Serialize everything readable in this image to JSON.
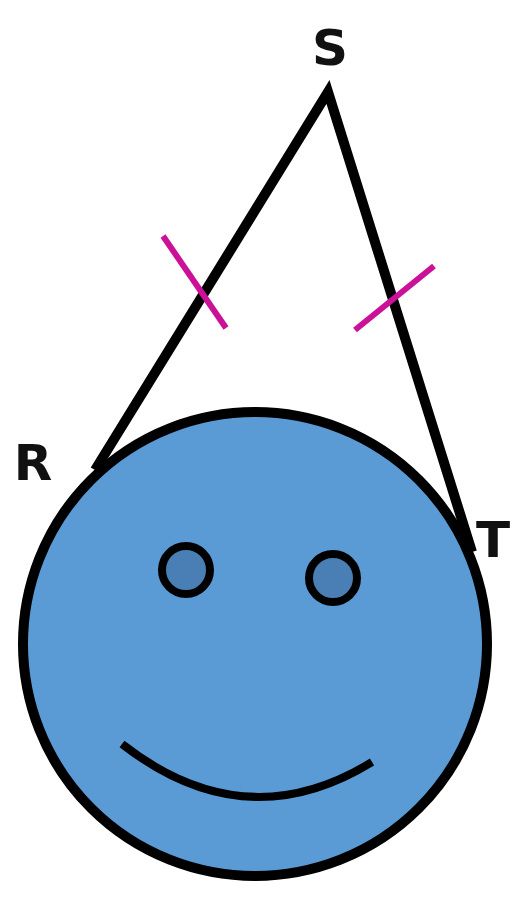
{
  "diagram": {
    "labels": [
      "S",
      "R",
      "T"
    ]
  }
}
